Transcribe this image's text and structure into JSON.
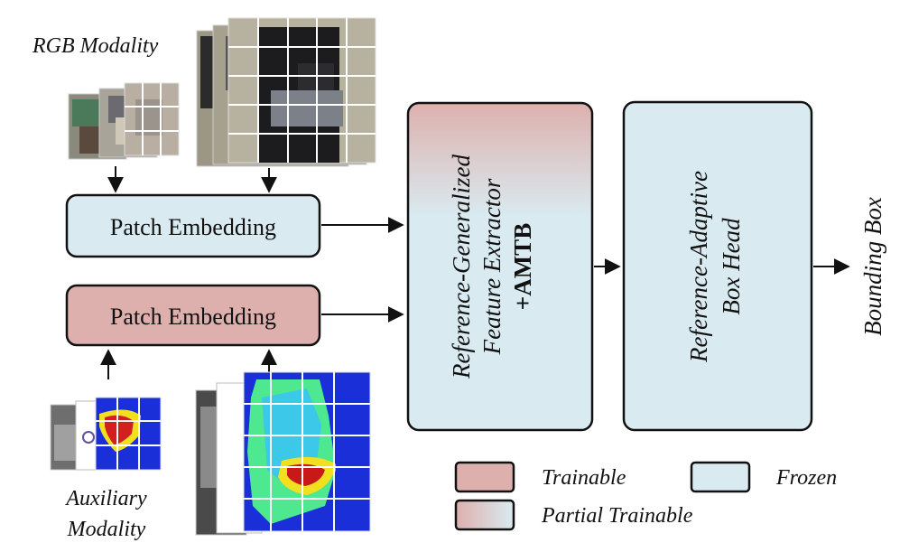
{
  "rgb_modality_label": "RGB Modality",
  "aux_modality_label_line1": "Auxiliary",
  "aux_modality_label_line2": "Modality",
  "patch_embedding_rgb": "Patch Embedding",
  "patch_embedding_aux": "Patch Embedding",
  "feature_extractor": {
    "line1": "Reference-Generalized",
    "line2": "Feature Extractor",
    "line3": "+AMTB"
  },
  "box_head": {
    "line1": "Reference-Adaptive",
    "line2": "Box Head"
  },
  "output_label": "Bounding Box",
  "legend": {
    "trainable": "Trainable",
    "frozen": "Frozen",
    "partial": "Partial Trainable"
  },
  "colors": {
    "trainable": "#ddb0ad",
    "frozen": "#d9ebf1",
    "border": "#111111",
    "grid_line": "#ffffff"
  }
}
